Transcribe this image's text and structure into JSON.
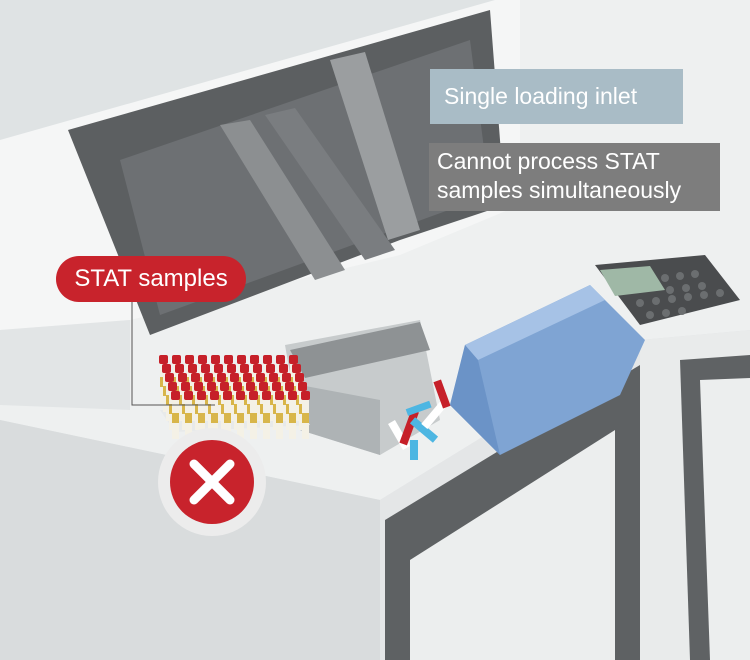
{
  "labels": {
    "single_loading_inlet": "Single loading inlet",
    "cannot_process_stat": "Cannot process STAT\nsamples simultaneously",
    "stat_samples": "STAT samples"
  },
  "status": {
    "not_possible_icon": "x-mark-icon",
    "color": "#c8232c"
  },
  "colors": {
    "machine_body": "#f3f4f4",
    "machine_shadow": "#d3d6d7",
    "window_dark": "#5e6163",
    "lid_blue": "#8fb3de",
    "tube_cap": "#c62029",
    "inlet_label_bg": "#a9bcc6",
    "stat_label_bg": "#7d7d7d"
  }
}
